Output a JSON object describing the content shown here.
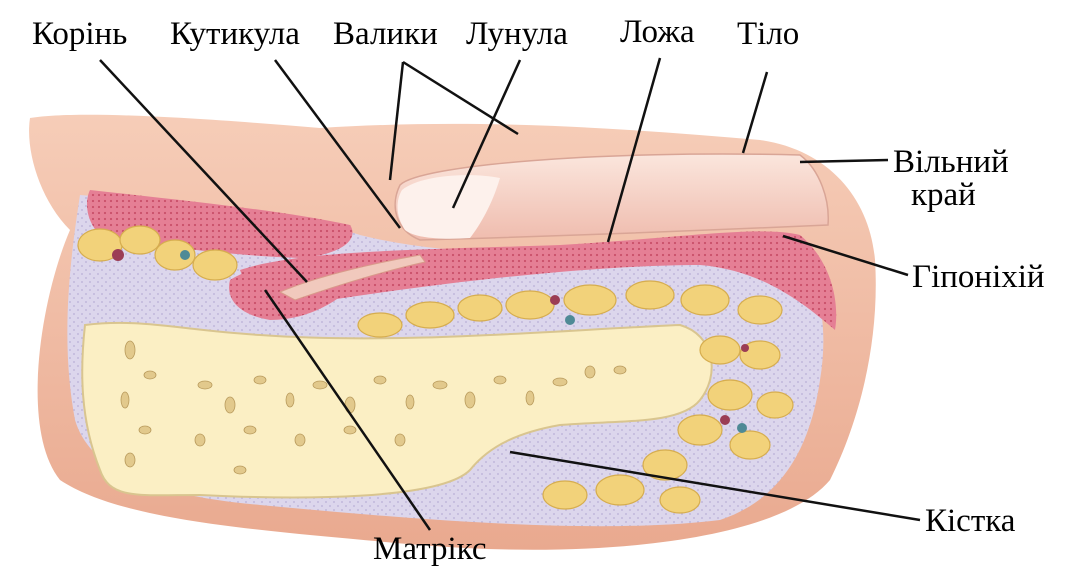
{
  "labels": {
    "root": "Корінь",
    "cuticle": "Кутикула",
    "folds": "Валики",
    "lunula": "Лунула",
    "bed": "Ложа",
    "body": "Тіло",
    "free_edge_line1": "Вільний",
    "free_edge_line2": "край",
    "hyponychium": "Гіпоніхій",
    "matrix": "Матрікс",
    "bone": "Кістка"
  },
  "colors": {
    "skin": "#f3c3ad",
    "skin_dark": "#e3a48c",
    "dermis_pink": "#e8899a",
    "tissue_lavender": "#d9d3ea",
    "fat_yellow": "#f2d27a",
    "bone": "#fbefc4",
    "nail_plate": "#f7d6cc",
    "leader_line": "#111111"
  }
}
